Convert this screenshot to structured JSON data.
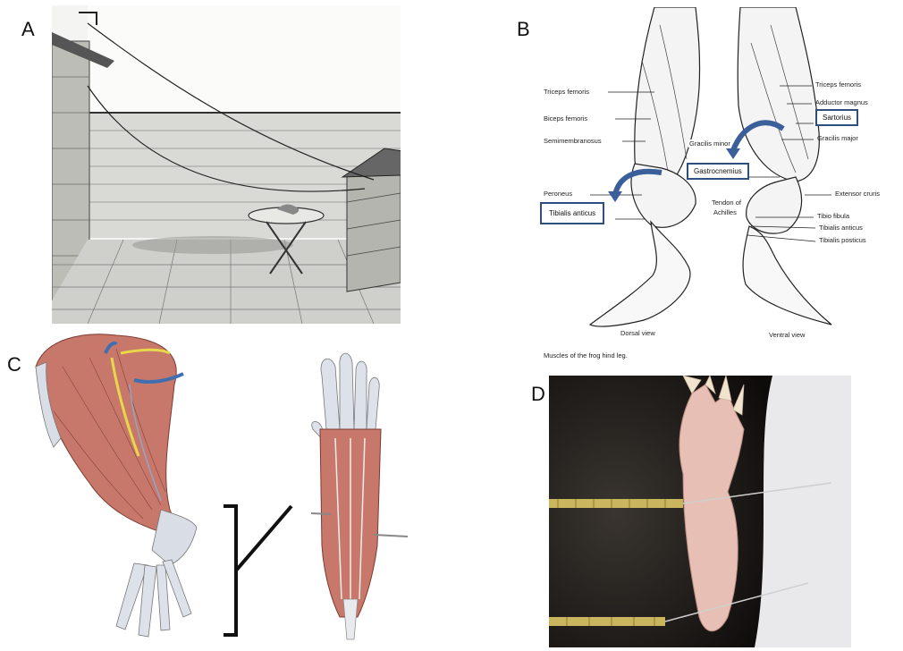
{
  "panels": {
    "a": {
      "letter": "A"
    },
    "b": {
      "letter": "B",
      "left_labels": [
        "Triceps femoris",
        "Biceps femoris",
        "Semimembranosus",
        "Peroneus"
      ],
      "right_labels": [
        "Triceps femoris",
        "Adductor magnus",
        "Gracilis major",
        "Extensor cruris",
        "Tibio fibula",
        "Tibialis anticus",
        "Tibialis posticus"
      ],
      "center_labels": [
        "Gracilis minor",
        "Tendon of",
        "Achilles"
      ],
      "boxed": {
        "sartorius": "Sartorius",
        "gastrocnemius": "Gastrocnemius",
        "tibialis": "Tibialis anticus"
      },
      "view_dorsal": "Dorsal view",
      "view_ventral": "Ventral view",
      "caption": "Muscles of the frog hind leg."
    },
    "c": {
      "letter": "C"
    },
    "d": {
      "letter": "D"
    }
  },
  "colors": {
    "highlight_box": "#2f4f7f",
    "arrow": "#3a5f9a",
    "muscle": "#c8786a",
    "tendon": "#d9dde6",
    "nerve": "#e6d84a",
    "vessel": "#3f6fb0"
  }
}
